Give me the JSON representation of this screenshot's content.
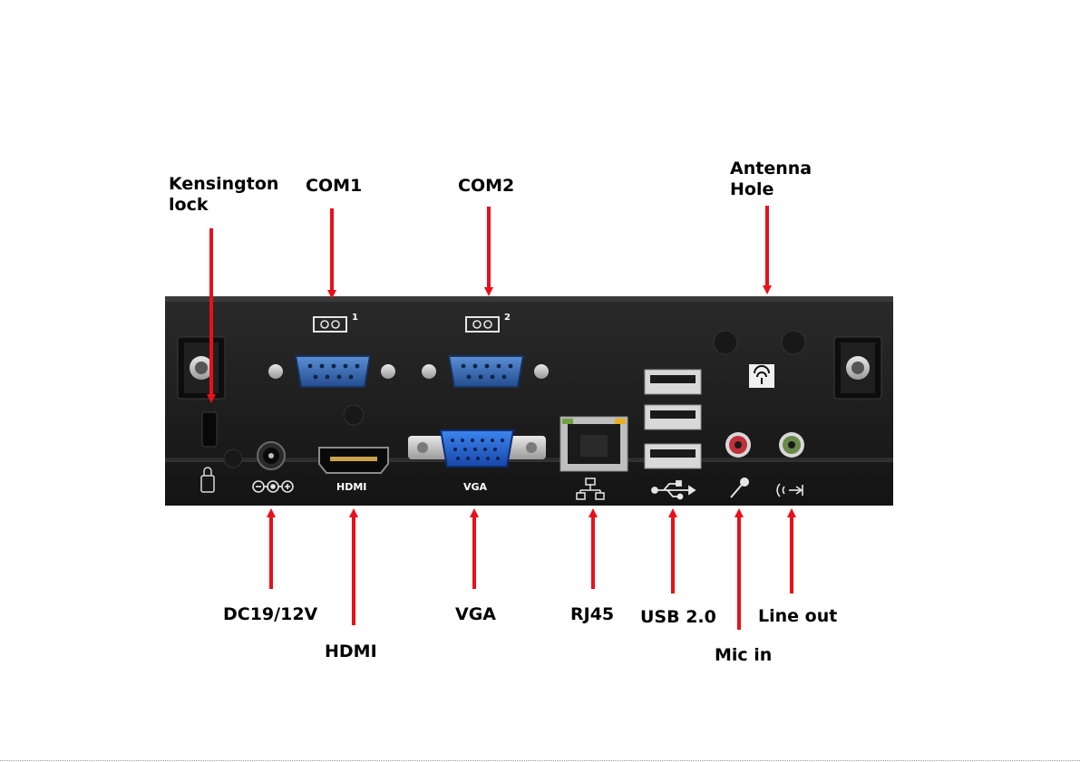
{
  "labels": {
    "kensington": "Kensington\nlock",
    "com1": "COM1",
    "com2": "COM2",
    "antenna": "Antenna\nHole",
    "dc": "DC19/12V",
    "hdmi": "HDMI",
    "vga": "VGA",
    "rj45": "RJ45",
    "usb": "USB 2.0",
    "mic": "Mic in",
    "lineout": "Line out"
  },
  "panel_marks": {
    "hdmi": "HDMI",
    "vga": "VGA",
    "com1_index": "1",
    "com2_index": "2"
  },
  "colors": {
    "arrow": "#e8101a",
    "panel": "#1c1c1c",
    "connector_blue": "#2f5fa8",
    "vga_blue": "#1f5fd0",
    "mic_pink": "#c0303a",
    "lineout_green": "#6a8a4a"
  }
}
